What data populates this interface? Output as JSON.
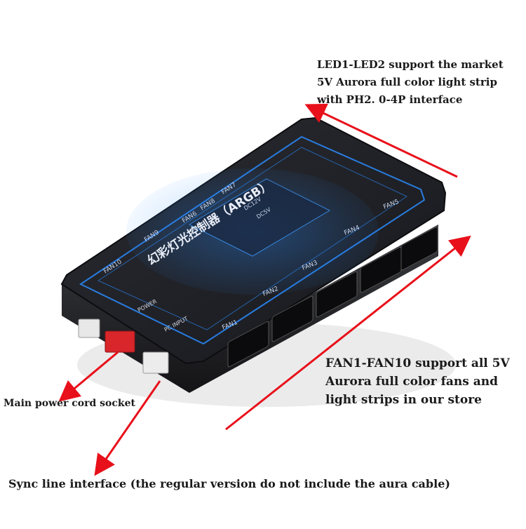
{
  "annotations": {
    "led": [
      "LED1-LED2 support the market",
      "5V Aurora full color light strip",
      "with PH2. 0-4P interface"
    ],
    "fan": [
      "FAN1-FAN10 support all 5V",
      "Aurora full color fans and",
      "light strips in our store"
    ],
    "power": "Main power cord socket",
    "sync": "Sync line interface (the regular version do not include the aura cable)"
  },
  "device": {
    "title": "幻彩灯光控制器（ARGB）",
    "fan_labels": [
      "FAN1",
      "FAN2",
      "FAN3",
      "FAN4",
      "FAN5",
      "FAN6",
      "FAN7",
      "FAN8",
      "FAN9",
      "FAN10"
    ],
    "power_label": "POWER",
    "pc_input_label": "PC INPUT",
    "voltage_12": "DC12V",
    "voltage_5": "DC5V"
  },
  "colors": {
    "arrow": "#e8101a",
    "device_body": "#1c1d22",
    "panel_accent": "#2a8cff",
    "red_connector": "#d8262a"
  }
}
